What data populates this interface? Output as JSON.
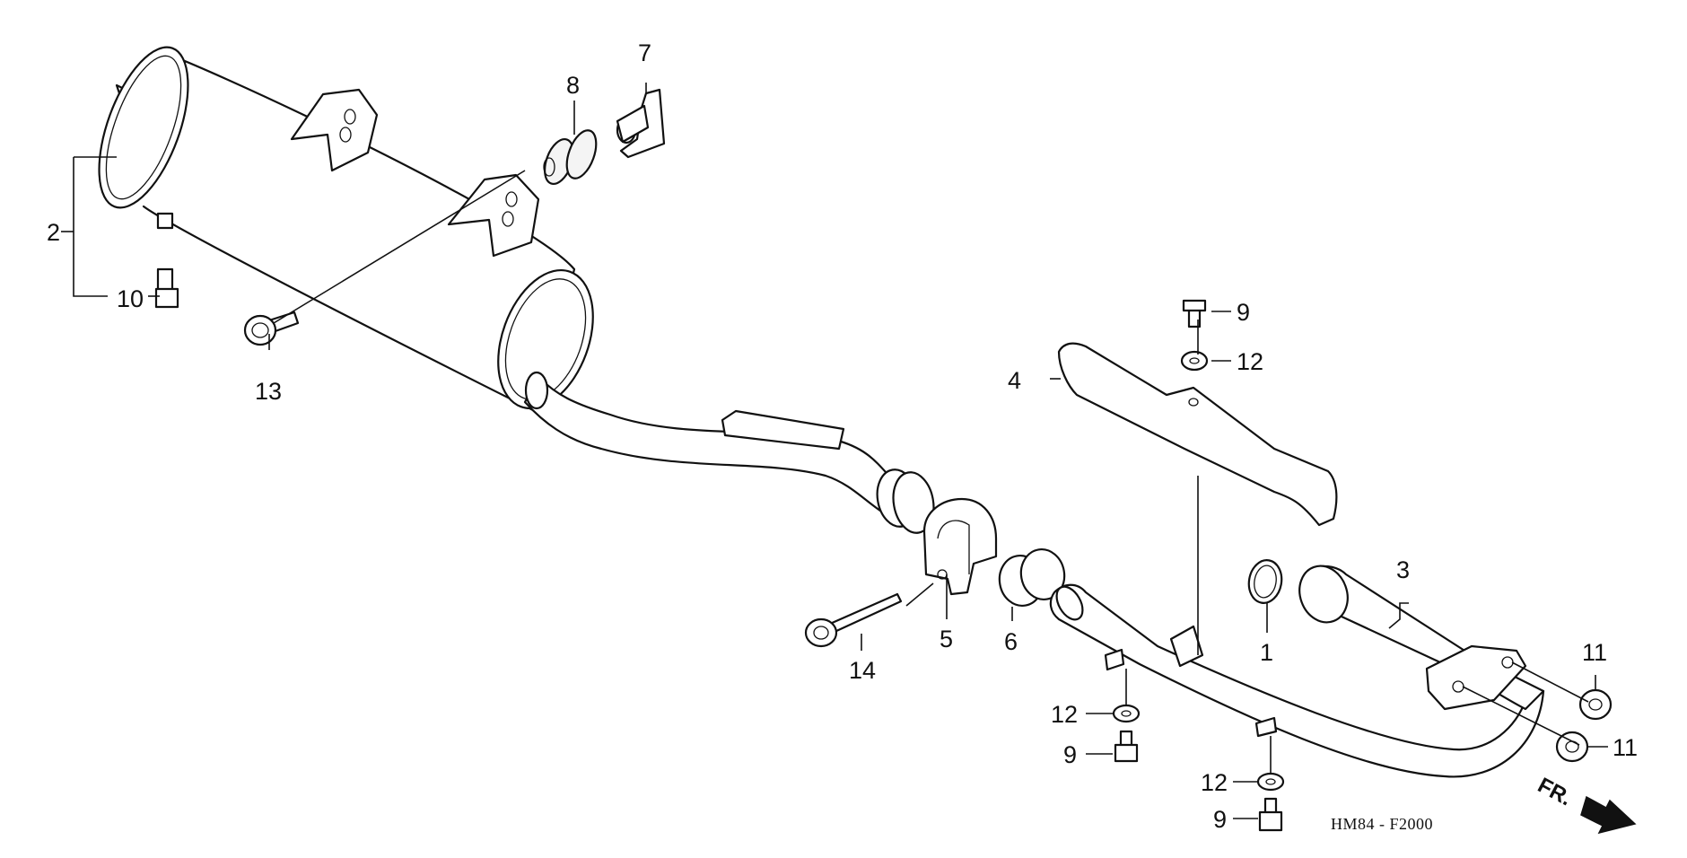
{
  "callouts": {
    "c1": "1",
    "c2": "2",
    "c3": "3",
    "c4": "4",
    "c5": "5",
    "c6": "6",
    "c7": "7",
    "c8": "8",
    "c9a": "9",
    "c9b": "9",
    "c9c": "9",
    "c10": "10",
    "c11a": "11",
    "c11b": "11",
    "c12a": "12",
    "c12b": "12",
    "c12c": "12",
    "c13": "13",
    "c14": "14"
  },
  "direction_label": "FR.",
  "figure_code": "HM84 - F2000"
}
